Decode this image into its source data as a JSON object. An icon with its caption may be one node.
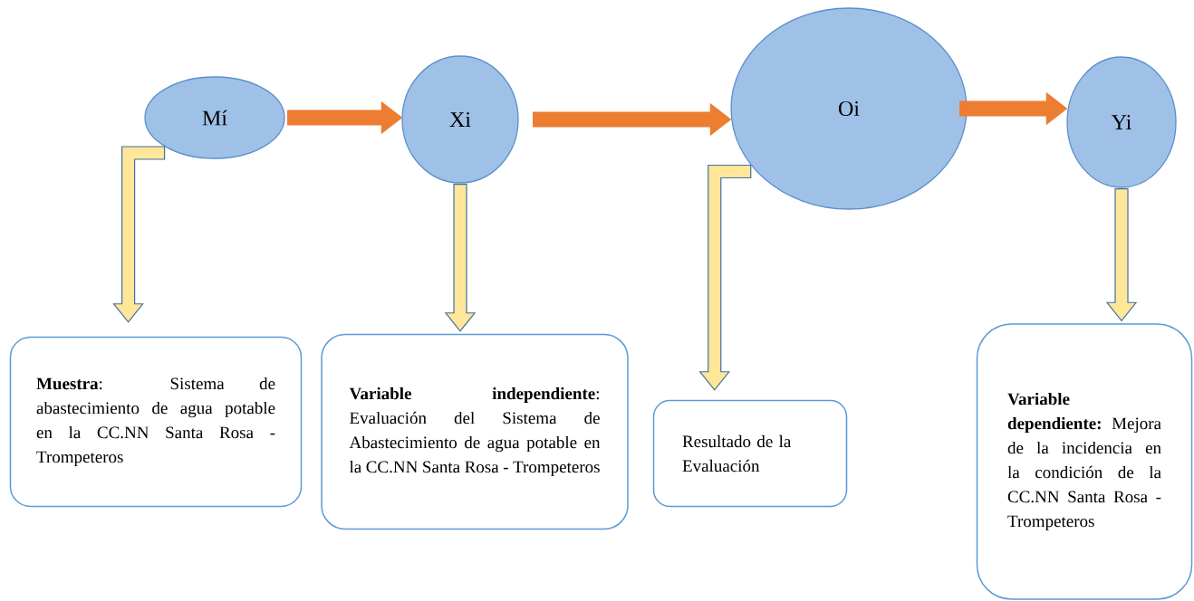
{
  "diagram": {
    "nodes": [
      {
        "text": [
          "Mí"
        ]
      },
      {
        "text": [
          "Xi"
        ]
      },
      {
        "text": [
          "Oi"
        ]
      },
      {
        "text": [
          "Yi"
        ]
      },
      {
        "text": [
          "**Muestra**: Sistema de abastecimiento de agua potable en la CC.NN Santa Rosa - Trompeteros"
        ]
      },
      {
        "text": [
          "**Variable independiente**: Evaluación del Sistema de Abastecimiento de agua potable en la CC.NN Santa Rosa - Trompeteros"
        ]
      },
      {
        "text": [
          "Resultado de la Evaluación"
        ]
      },
      {
        "text": [
          "**Variable dependiente:** Mejora de la incidencia en la condición de la CC.NN Santa Rosa - Trompeteros"
        ]
      }
    ],
    "edges": [
      {
        "from": 0,
        "to": 1,
        "arrow": "to",
        "color": "#ed7d31"
      },
      {
        "from": 1,
        "to": 2,
        "arrow": "to",
        "color": "#ed7d31"
      },
      {
        "from": 2,
        "to": 3,
        "arrow": "to",
        "color": "#ed7d31"
      },
      {
        "from": 0,
        "to": 4,
        "arrow": "to"
      },
      {
        "from": 1,
        "to": 5,
        "arrow": "to"
      },
      {
        "from": 2,
        "to": 6,
        "arrow": "to"
      },
      {
        "from": 3,
        "to": 7,
        "arrow": "to"
      }
    ]
  }
}
